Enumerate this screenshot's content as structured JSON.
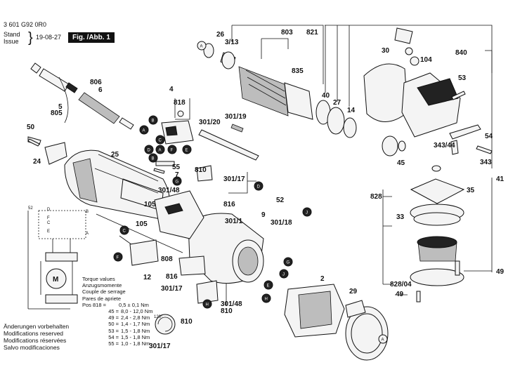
{
  "header": {
    "document_number": "3 601 G92 0R0",
    "stand_label": "Stand",
    "issue_label": "Issue",
    "date": "19-08-27",
    "figure_label": "Fig. /Abb. 1"
  },
  "notes": {
    "changes": [
      "Änderungen vorbehalten",
      "Modifications reserved",
      "Modifications réservées",
      "Salvo modificaciones"
    ]
  },
  "torque": {
    "heading": [
      "Torque values",
      "Anzugsmomente",
      "Couple de serrage",
      "Pares de apriete"
    ],
    "rows": [
      {
        "label": "Pos 818 =",
        "value": "0,5 ± 0,1 Nm"
      },
      {
        "label": "45 =",
        "value": "8,0 - 12,0 Nm"
      },
      {
        "label": "49 =",
        "value": "2,4 - 2,8 Nm"
      },
      {
        "label": "50 =",
        "value": "1,4 - 1,7 Nm"
      },
      {
        "label": "53 =",
        "value": "1,5 - 1,8 Nm"
      },
      {
        "label": "54 =",
        "value": "1,5 - 1,8 Nm"
      },
      {
        "label": "55 =",
        "value": "1,0 - 1,8 Nm"
      }
    ]
  },
  "part_labels": {
    "p26": "26",
    "p313": "3/13",
    "p803": "803",
    "p821": "821",
    "p30": "30",
    "p104": "104",
    "p840": "840",
    "p835": "835",
    "p40": "40",
    "p27": "27",
    "p14": "14",
    "p53": "53",
    "p806": "806",
    "p6": "6",
    "p5": "5",
    "p805": "805",
    "p4": "4",
    "p818": "818",
    "p30120": "301/20",
    "p30119": "301/19",
    "p50": "50",
    "p24": "24",
    "p25": "25",
    "p55": "55",
    "p7": "7",
    "p810a": "810",
    "p30117a": "301/17",
    "p30148a": "301/48",
    "p816a": "816",
    "p105a": "105",
    "p105b": "105",
    "p52": "52",
    "p9": "9",
    "p3011": "301/1",
    "p30118": "301/18",
    "p34344": "343/44",
    "p343": "343",
    "p45": "45",
    "p54": "54",
    "p41": "41",
    "p35": "35",
    "p828": "828",
    "p33": "33",
    "p49a": "49",
    "p82804": "828/04",
    "p49b": "49",
    "p12": "12",
    "p808": "808",
    "p816b": "816",
    "p30117b": "301/17",
    "p30148b": "301/48",
    "p810b": "810",
    "p810c": "810",
    "p30117c": "301/17",
    "p2": "2",
    "p29": "29",
    "deg120": "120°",
    "sch52": "52"
  },
  "markers": {
    "A": "A",
    "B": "B",
    "C": "C",
    "D": "D",
    "E": "E",
    "F": "F",
    "G": "G",
    "H": "H",
    "J": "J"
  },
  "schematic": {
    "motor": "M",
    "terminals": [
      "D",
      "B",
      "F",
      "C",
      "E",
      "A"
    ]
  }
}
